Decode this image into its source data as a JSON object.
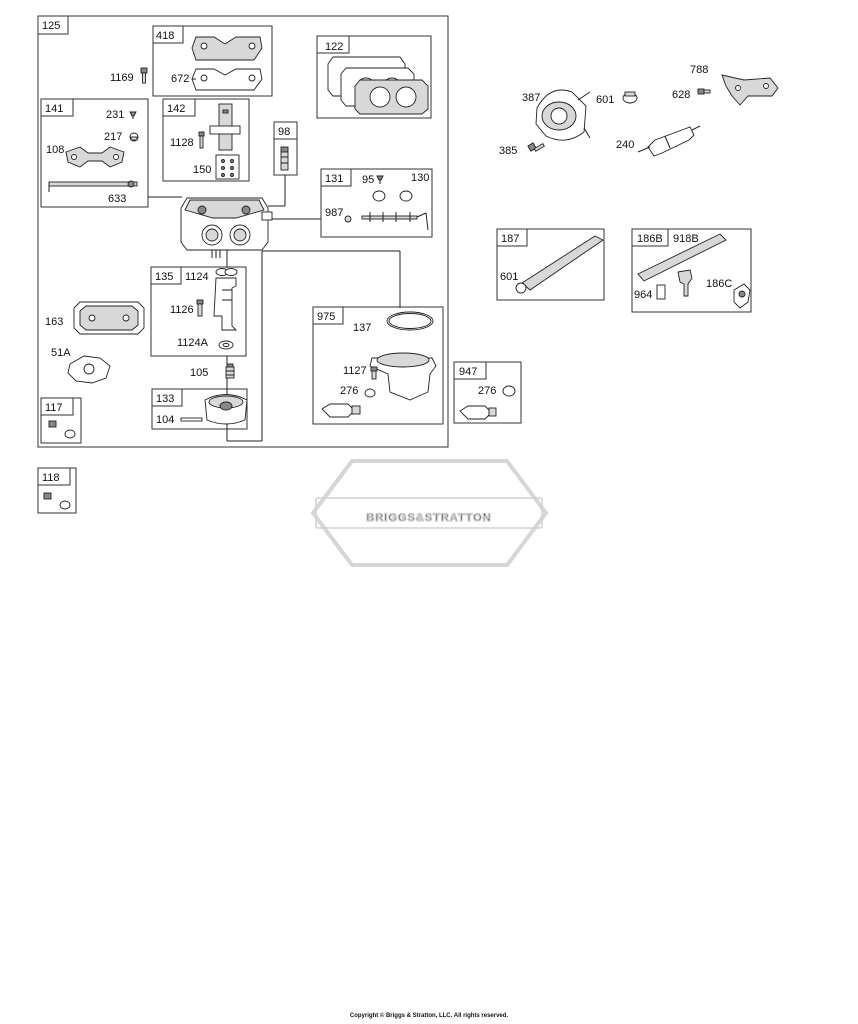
{
  "copyright": "Copyright © Briggs & Stratton, LLC. All rights reserved.",
  "watermark": "BRIGGS&STRATTON",
  "labels": {
    "p125": "125",
    "p418": "418",
    "p672": "672",
    "p1169": "1169",
    "p122": "122",
    "p141": "141",
    "p231": "231",
    "p217": "217",
    "p108": "108",
    "p633": "633",
    "p142": "142",
    "p1128": "1128",
    "p150": "150",
    "p98": "98",
    "p131": "131",
    "p95": "95",
    "p130": "130",
    "p987": "987",
    "p135": "135",
    "p1124": "1124",
    "p1126": "1126",
    "p1124a": "1124A",
    "p163": "163",
    "p51a": "51A",
    "p105": "105",
    "p133": "133",
    "p104": "104",
    "p117": "117",
    "p975": "975",
    "p137": "137",
    "p1127": "1127",
    "p276": "276",
    "p947": "947",
    "p276b": "276",
    "p118": "118",
    "p387": "387",
    "p601": "601",
    "p628": "628",
    "p788": "788",
    "p385": "385",
    "p240": "240",
    "p187": "187",
    "p601b": "601",
    "p186b": "186B",
    "p918b": "918B",
    "p964": "964",
    "p186c": "186C"
  }
}
